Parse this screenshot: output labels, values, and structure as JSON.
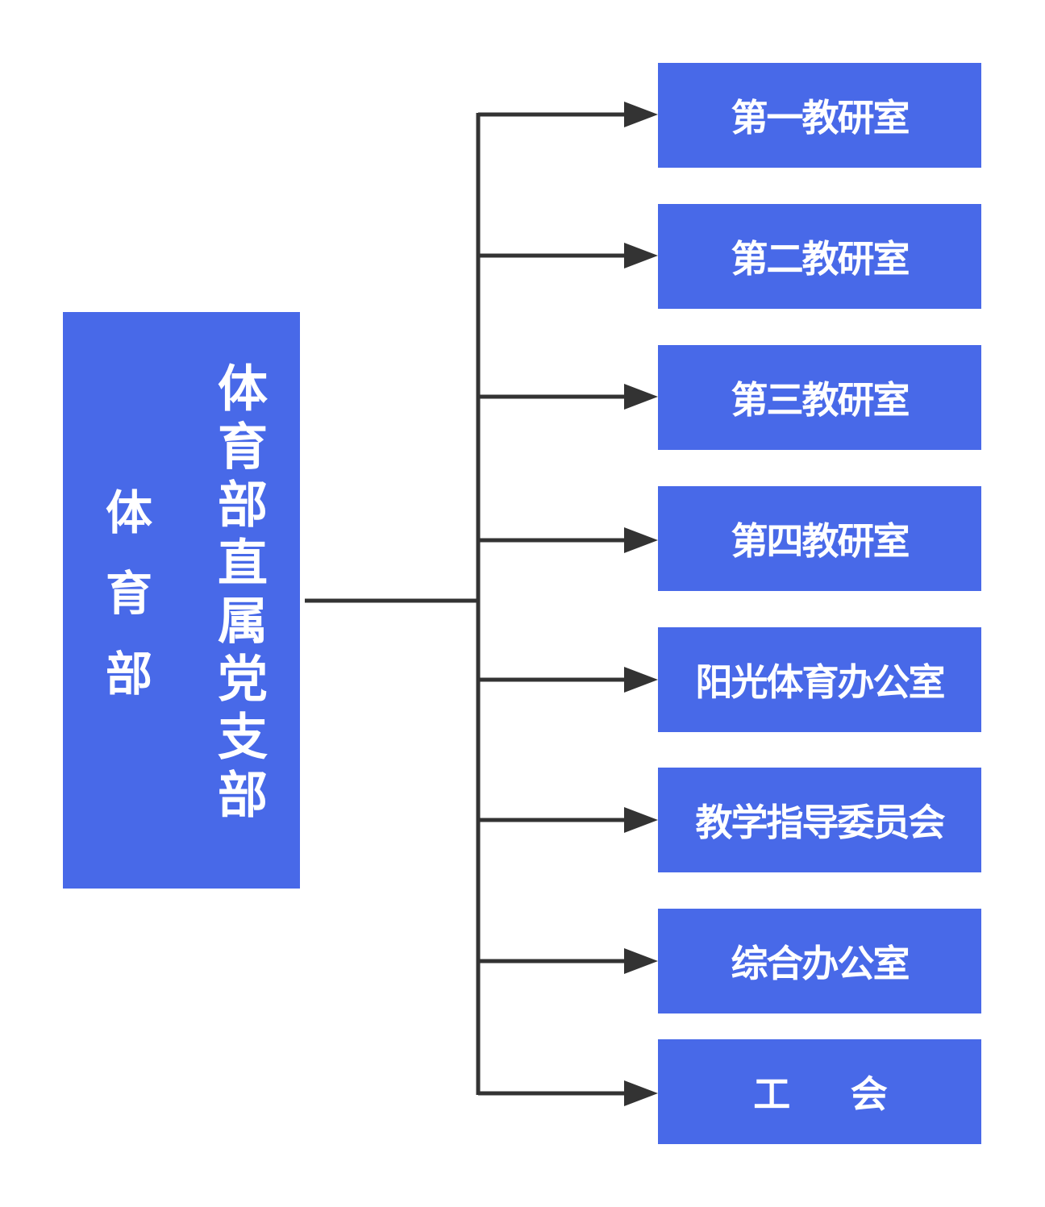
{
  "root": {
    "name": "体育部",
    "party_branch": "体育部直属党支部"
  },
  "children": [
    {
      "label": "第一教研室"
    },
    {
      "label": "第二教研室"
    },
    {
      "label": "第三教研室"
    },
    {
      "label": "第四教研室"
    },
    {
      "label": "阳光体育办公室"
    },
    {
      "label": "教学指导委员会"
    },
    {
      "label": "综合办公室"
    },
    {
      "label": "工会",
      "chars": [
        "工",
        "会"
      ]
    }
  ],
  "colors": {
    "box": "#4869E8",
    "line": "#333333",
    "text": "#ffffff"
  }
}
